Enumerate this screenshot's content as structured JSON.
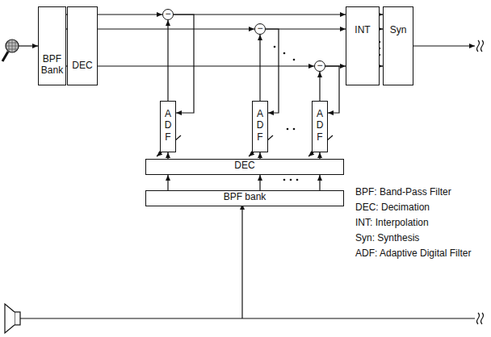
{
  "diagram": {
    "nodes": [
      {
        "text": [
          "BPF Bank"
        ]
      },
      {
        "text": [
          "DEC"
        ]
      },
      {
        "text": [
          "INT"
        ]
      },
      {
        "text": [
          "Syn"
        ]
      },
      {
        "text": [
          "−"
        ]
      },
      {
        "text": [
          "−"
        ]
      },
      {
        "text": [
          "−"
        ]
      },
      {
        "text": [
          "ADF"
        ]
      },
      {
        "text": [
          "ADF"
        ]
      },
      {
        "text": [
          "ADF"
        ]
      },
      {
        "text": [
          "DEC"
        ]
      },
      {
        "text": [
          "BPF bank"
        ]
      }
    ],
    "edges": [
      {
        "from": 0,
        "to": 1,
        "arrow": "to"
      },
      {
        "from": 0,
        "to": 1,
        "arrow": "to"
      },
      {
        "from": 0,
        "to": 1,
        "arrow": "to"
      },
      {
        "from": 1,
        "to": 4,
        "arrow": "to"
      },
      {
        "from": 4,
        "to": 2,
        "arrow": "to"
      },
      {
        "from": 1,
        "to": 5,
        "arrow": "to"
      },
      {
        "from": 5,
        "to": 2,
        "arrow": "to"
      },
      {
        "from": 1,
        "to": 6,
        "arrow": "to"
      },
      {
        "from": 6,
        "to": 2,
        "arrow": "to"
      },
      {
        "from": 2,
        "to": 3,
        "arrow": "to"
      },
      {
        "from": 2,
        "to": 3,
        "arrow": "to"
      },
      {
        "from": 2,
        "to": 3,
        "arrow": "to"
      },
      {
        "from": 7,
        "to": 4,
        "arrow": "to"
      },
      {
        "from": 8,
        "to": 5,
        "arrow": "to"
      },
      {
        "from": 9,
        "to": 6,
        "arrow": "to"
      },
      {
        "from": 4,
        "to": 7,
        "arrow": "to"
      },
      {
        "from": 5,
        "to": 8,
        "arrow": "to"
      },
      {
        "from": 6,
        "to": 9,
        "arrow": "to"
      },
      {
        "from": 10,
        "to": 7,
        "arrow": "to"
      },
      {
        "from": 10,
        "to": 8,
        "arrow": "to"
      },
      {
        "from": 10,
        "to": 9,
        "arrow": "to"
      },
      {
        "from": 11,
        "to": 10,
        "arrow": "to"
      },
      {
        "from": 11,
        "to": 10,
        "arrow": "to"
      },
      {
        "from": 11,
        "to": 10,
        "arrow": "to"
      }
    ],
    "labels": [
      "BPF: Band-Pass Filter",
      "DEC: Decimation",
      "INT: Interpolation",
      "Syn: Synthesis",
      "ADF: Adaptive Digital Filter"
    ]
  }
}
